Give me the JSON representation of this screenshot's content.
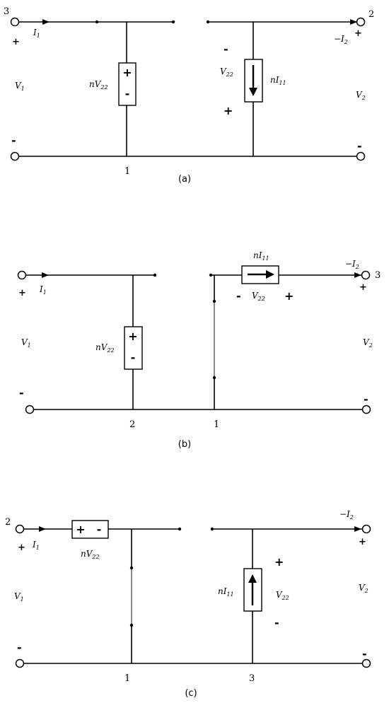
{
  "labels": {
    "I1": {
      "main": "I",
      "sub": "1"
    },
    "I2": {
      "main": "−I",
      "sub": "2"
    },
    "V1": {
      "main": "V",
      "sub": "1"
    },
    "V2": {
      "main": "V",
      "sub": "2"
    },
    "V22": {
      "main": "V",
      "sub": "22"
    },
    "nV22": {
      "main": "nV",
      "sub": "22"
    },
    "nI11": {
      "main": "nI",
      "sub": "11"
    }
  },
  "signs": {
    "plus": "+",
    "minus": "-"
  },
  "circuits": [
    {
      "caption": "(a)",
      "nodes": {
        "left_top": "3",
        "right_top": "2",
        "bottom_left": "1"
      }
    },
    {
      "caption": "(b)",
      "nodes": {
        "right_top": "3",
        "bottom_left": "2",
        "bottom_mid": "1"
      }
    },
    {
      "caption": "(c)",
      "nodes": {
        "left_top": "2",
        "bottom_left": "1",
        "bottom_mid": "3"
      }
    }
  ]
}
